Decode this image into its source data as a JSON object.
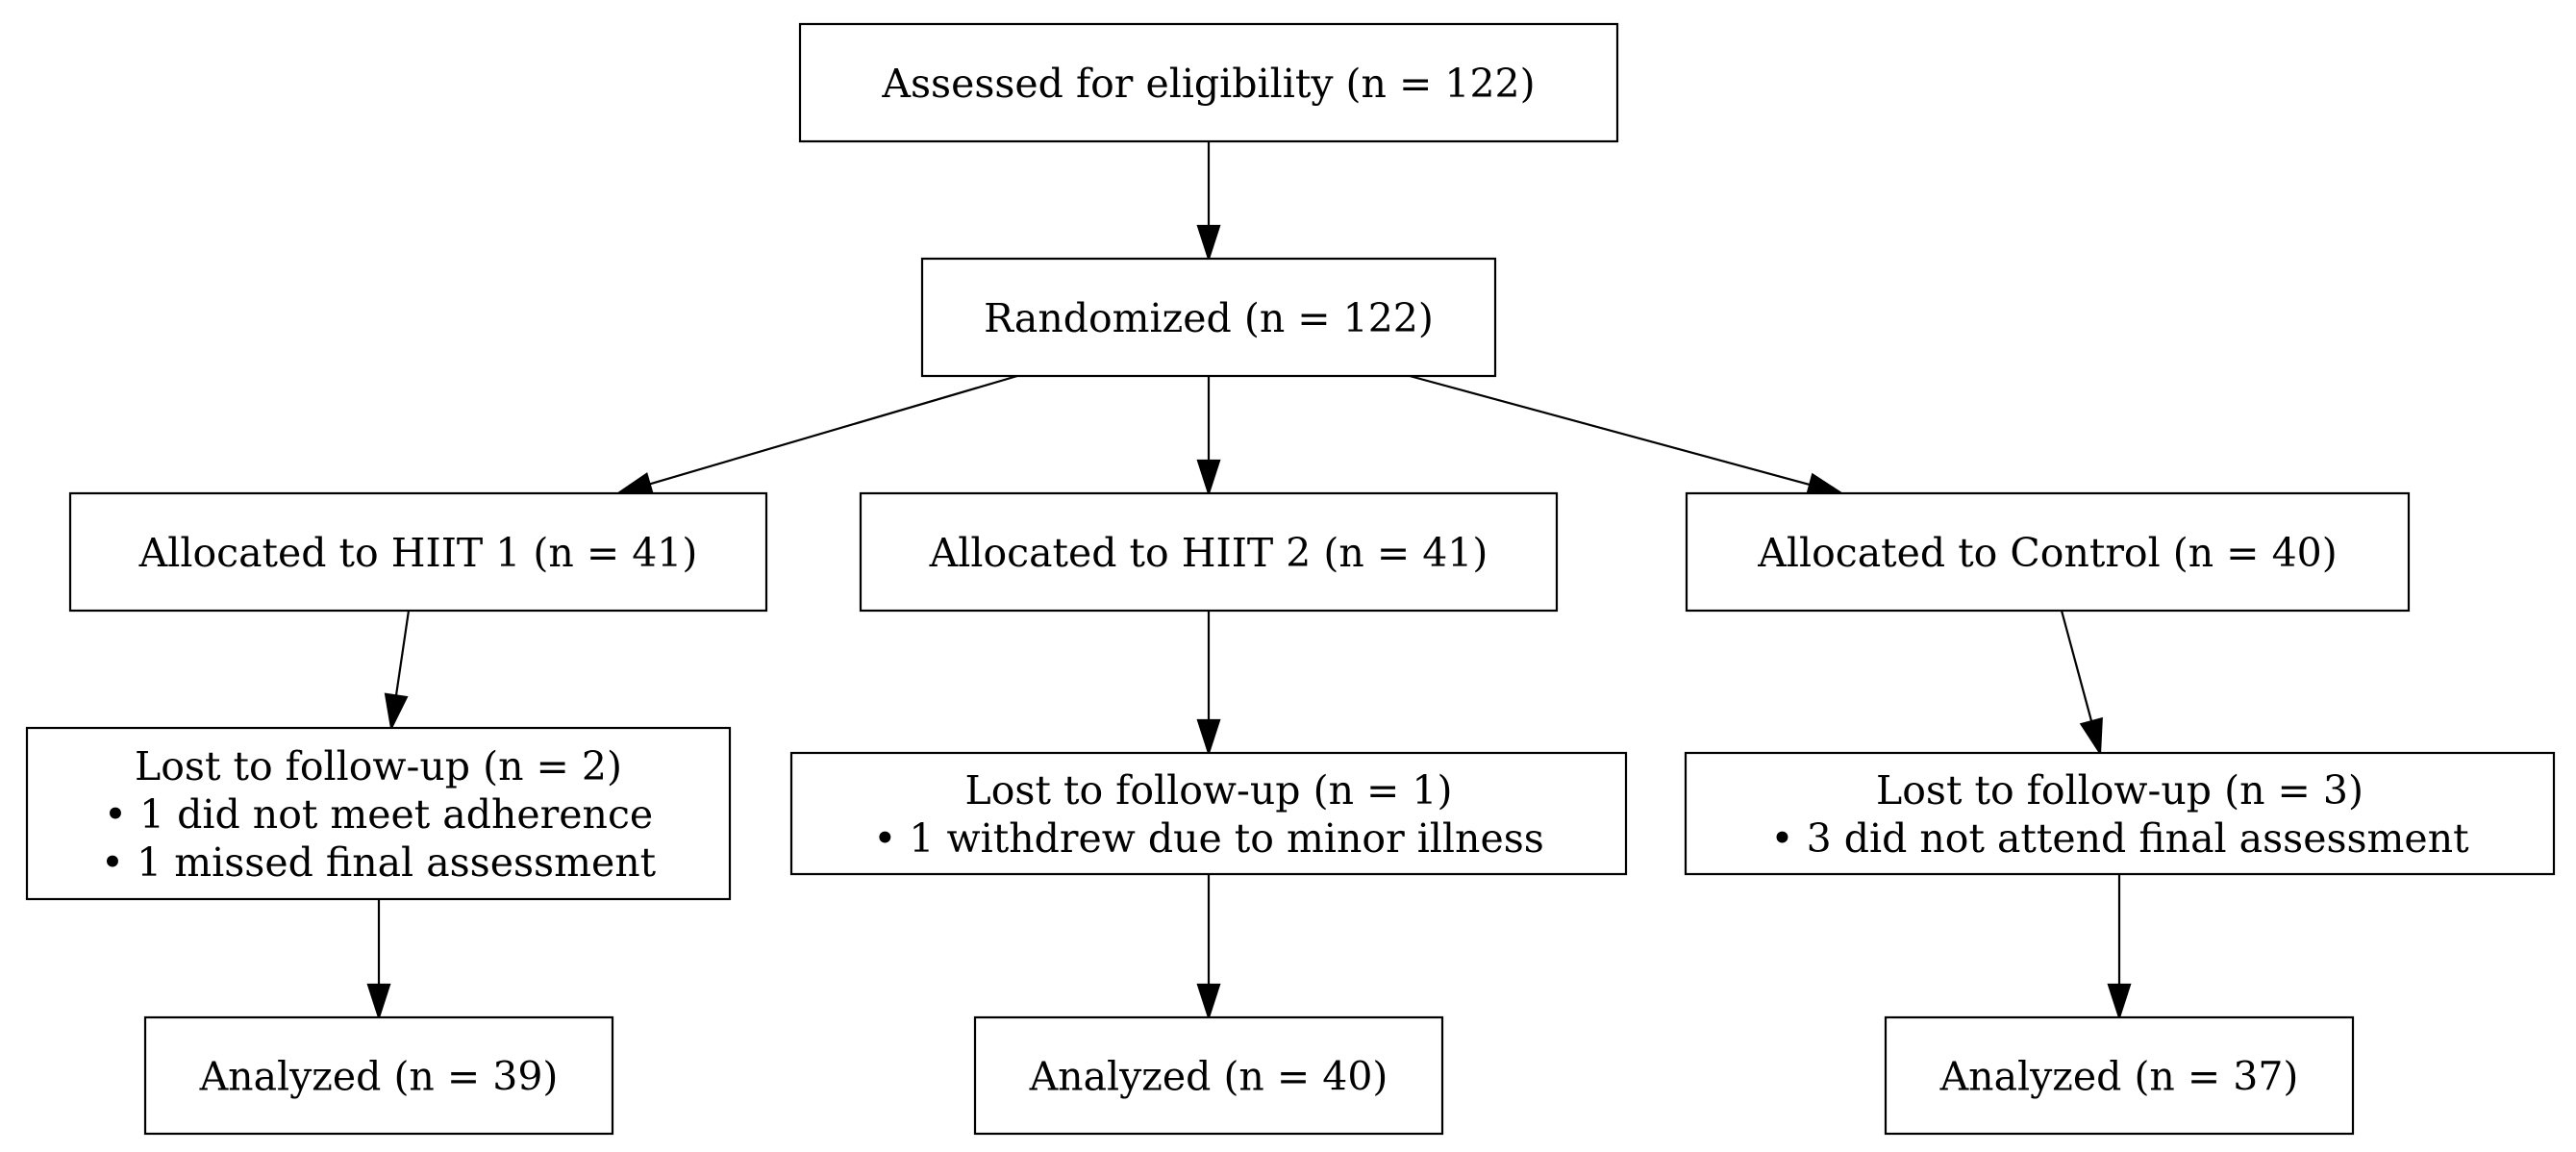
{
  "colors": {
    "line": "#000000",
    "fill": "#ffffff",
    "text": "#000000"
  },
  "nodes": {
    "eligibility": {
      "lines": [
        "Assessed for eligibility (n = 122)"
      ]
    },
    "randomized": {
      "lines": [
        "Randomized (n = 122)"
      ]
    },
    "alloc_hiit1": {
      "lines": [
        "Allocated to HIIT 1 (n = 41)"
      ]
    },
    "alloc_hiit2": {
      "lines": [
        "Allocated to HIIT 2 (n = 41)"
      ]
    },
    "alloc_control": {
      "lines": [
        "Allocated to Control (n = 40)"
      ]
    },
    "lost_hiit1": {
      "lines": [
        "Lost to follow-up (n = 2)",
        "• 1 did not meet adherence",
        "• 1 missed final assessment"
      ]
    },
    "lost_hiit2": {
      "lines": [
        "Lost to follow-up (n = 1)",
        "• 1 withdrew due to minor illness"
      ]
    },
    "lost_control": {
      "lines": [
        "Lost to follow-up (n = 3)",
        "• 3 did not attend final assessment"
      ]
    },
    "analyzed_hiit1": {
      "lines": [
        "Analyzed (n = 39)"
      ]
    },
    "analyzed_hiit2": {
      "lines": [
        "Analyzed (n = 40)"
      ]
    },
    "analyzed_control": {
      "lines": [
        "Analyzed (n = 37)"
      ]
    }
  },
  "edges": [
    {
      "from": "eligibility",
      "to": "randomized"
    },
    {
      "from": "randomized",
      "to": "alloc_hiit1"
    },
    {
      "from": "randomized",
      "to": "alloc_hiit2"
    },
    {
      "from": "randomized",
      "to": "alloc_control"
    },
    {
      "from": "alloc_hiit1",
      "to": "lost_hiit1"
    },
    {
      "from": "alloc_hiit2",
      "to": "lost_hiit2"
    },
    {
      "from": "alloc_control",
      "to": "lost_control"
    },
    {
      "from": "lost_hiit1",
      "to": "analyzed_hiit1"
    },
    {
      "from": "lost_hiit2",
      "to": "analyzed_hiit2"
    },
    {
      "from": "lost_control",
      "to": "analyzed_control"
    }
  ]
}
